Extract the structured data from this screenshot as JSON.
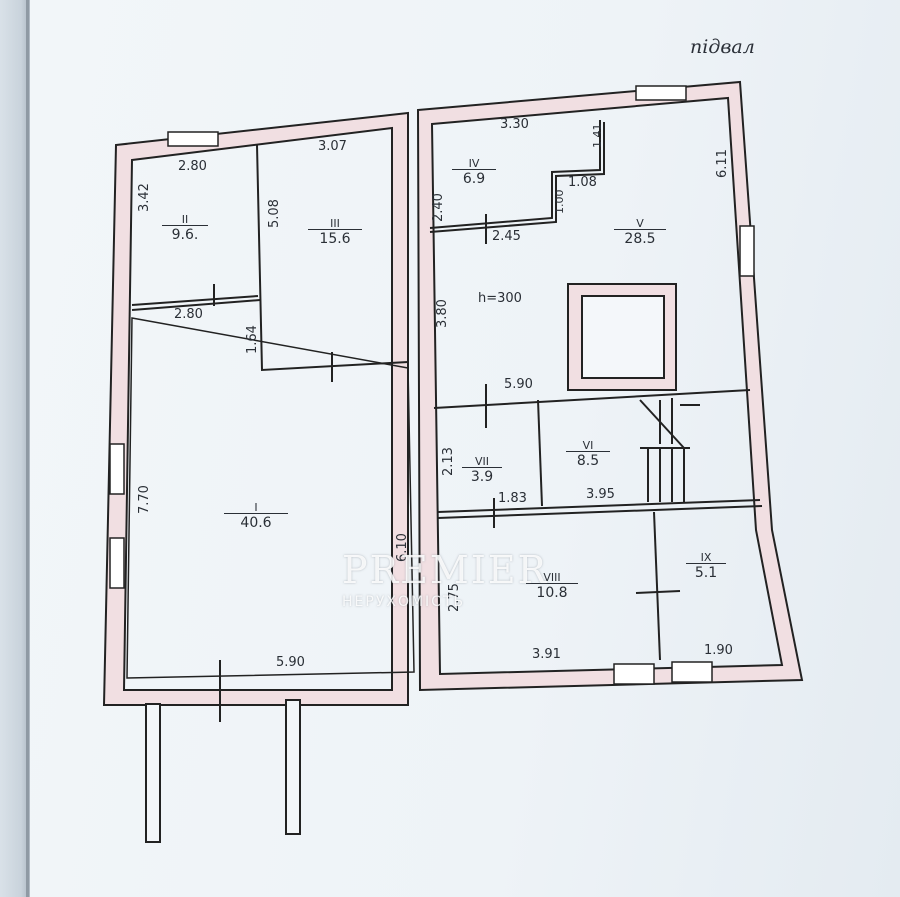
{
  "caption": "підвал",
  "height_note": "h=300",
  "watermark": {
    "title": "PREMIER",
    "subtitle": "НЕРУХОМІСТЬ"
  },
  "rooms": {
    "r1": {
      "num": "I",
      "area": "40.6"
    },
    "r2": {
      "num": "II",
      "area": "9.6."
    },
    "r3": {
      "num": "III",
      "area": "15.6"
    },
    "r4": {
      "num": "IV",
      "area": "6.9"
    },
    "r5": {
      "num": "V",
      "area": "28.5"
    },
    "r6": {
      "num": "VI",
      "area": "8.5"
    },
    "r7": {
      "num": "VII",
      "area": "3.9"
    },
    "r8": {
      "num": "VIII",
      "area": "10.8"
    },
    "r9": {
      "num": "IX",
      "area": "5.1"
    }
  },
  "dims": {
    "d_280_top": "2.80",
    "d_342": "3.42",
    "d_307": "3.07",
    "d_508": "5.08",
    "d_280_mid": "2.80",
    "d_164": "1.64",
    "d_770": "7.70",
    "d_590_bottom": "5.90",
    "d_610_left": "6.10",
    "d_330": "3.30",
    "d_141": "1.41",
    "d_611": "6.11",
    "d_240": "2.40",
    "d_108": "1.08",
    "d_100": "1.00",
    "d_245": "2.45",
    "d_380": "3.80",
    "d_590_mid": "5.90",
    "d_213": "2.13",
    "d_183": "1.83",
    "d_395": "3.95",
    "d_275": "2.75",
    "d_391": "3.91",
    "d_190": "1.90"
  }
}
